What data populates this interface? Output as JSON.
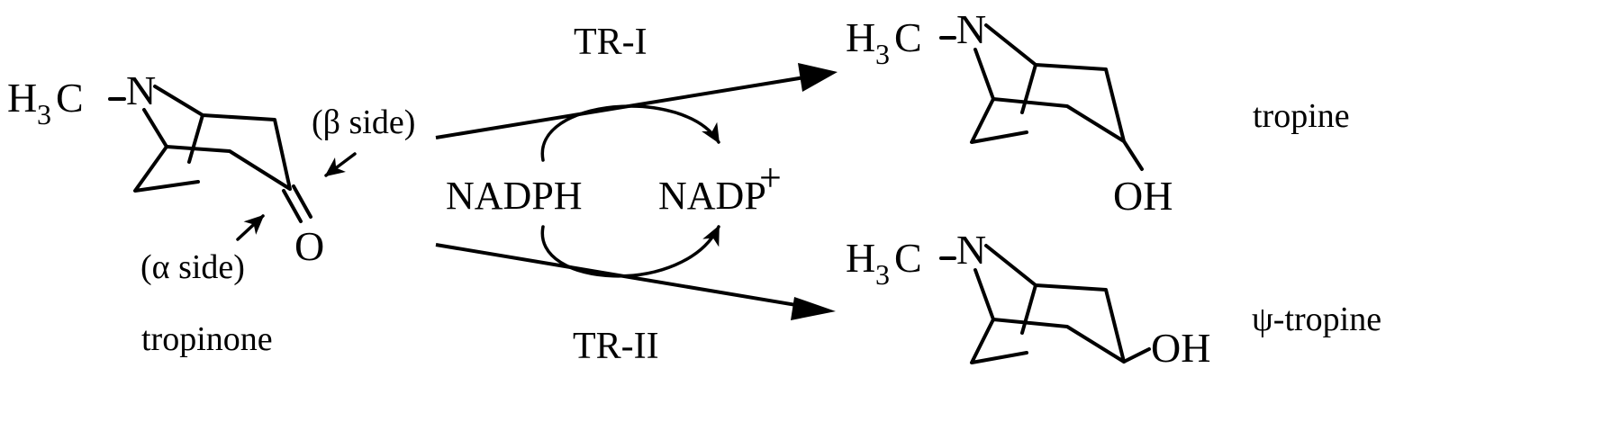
{
  "reactant": {
    "name": "tropinone",
    "methyl": "H",
    "methyl_sub": "3",
    "methyl_c": "C",
    "nitrogen": "N",
    "oxygen": "O",
    "beta_side_label": "(β side)",
    "alpha_side_label": "(α side)"
  },
  "reaction_top": {
    "enzyme": "TR-I"
  },
  "reaction_bottom": {
    "enzyme": "TR-II"
  },
  "cofactor": {
    "reduced": "NADPH",
    "oxidized": "NADP",
    "oxidized_charge": "+"
  },
  "product_top": {
    "name": "tropine",
    "methyl": "H",
    "methyl_sub": "3",
    "methyl_c": "C",
    "nitrogen": "N",
    "hydroxyl": "OH"
  },
  "product_bottom": {
    "name": "ψ-tropine",
    "methyl": "H",
    "methyl_sub": "3",
    "methyl_c": "C",
    "nitrogen": "N",
    "hydroxyl": "OH"
  }
}
